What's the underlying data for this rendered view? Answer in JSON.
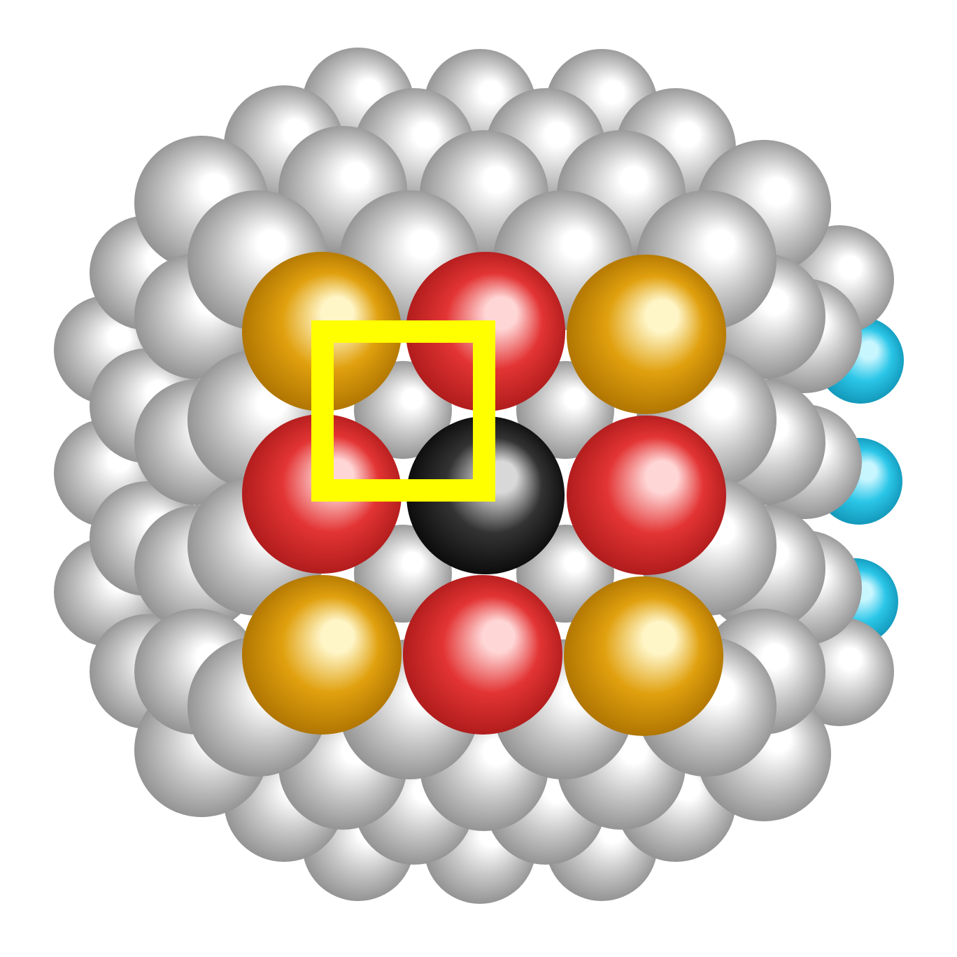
{
  "figure": {
    "description_free": true,
    "background_color": "#ffffff",
    "colors": {
      "gray_atom": "#c8c8c8",
      "gray_atom_highlight": "#ffffff",
      "gray_atom_shadow": "#8a8a8a",
      "gold_atom": "#e0a00e",
      "gold_atom_highlight": "#fff6c8",
      "gold_atom_shadow": "#a86e00",
      "red_atom": "#e33434",
      "red_atom_highlight": "#ffd6d6",
      "red_atom_shadow": "#a81818",
      "black_atom": "#050505",
      "black_atom_highlight": "#d8d8d8",
      "cyan_atom": "#2bc6e8",
      "cyan_atom_highlight": "#c8f6ff",
      "cyan_atom_shadow": "#0e90b2",
      "marker_box": "#ffff00"
    },
    "highlighted_atoms": {
      "center": "black-atom",
      "edge_neighbors": [
        "red-atom-top",
        "red-atom-left",
        "red-atom-right",
        "red-atom-bottom"
      ],
      "corner_neighbors": [
        "gold-atom-top-left",
        "gold-atom-top-right",
        "gold-atom-bottom-left",
        "gold-atom-bottom-right"
      ],
      "side_atoms": [
        "cyan-atom-upper",
        "cyan-atom-middle",
        "cyan-atom-lower"
      ]
    },
    "marker": {
      "shape": "square-outline",
      "color_key": "marker_box"
    }
  }
}
